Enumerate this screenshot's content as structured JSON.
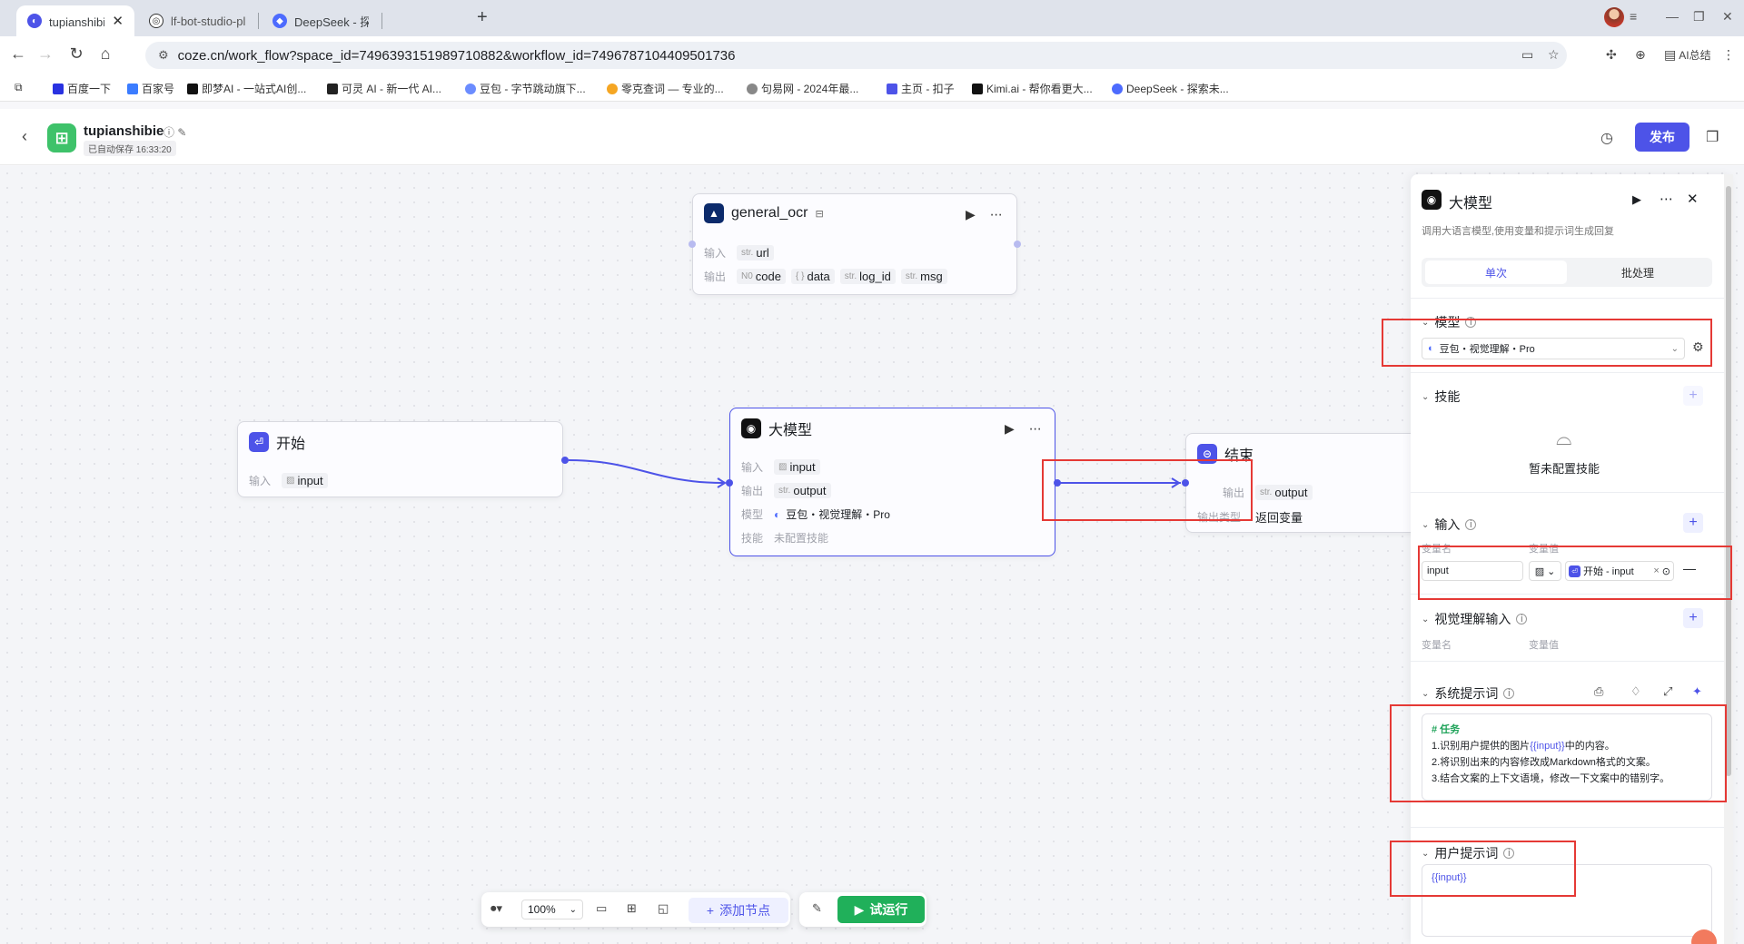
{
  "browser": {
    "tabs": [
      {
        "label": "tupianshibie - 工",
        "active": true
      },
      {
        "label": "lf-bot-studio-plugin-"
      },
      {
        "label": "DeepSeek - 探索未至"
      }
    ],
    "url": "coze.cn/work_flow?space_id=7496393151989710882&workflow_id=7496787104409501736",
    "profile_label": "AI总结",
    "bookmarks": [
      "百度一下",
      "百家号",
      "即梦AI - 一站式AI创...",
      "可灵 AI - 新一代 AI...",
      "豆包 - 字节跳动旗下...",
      "零克查词 — 专业的...",
      "句易网 - 2024年最...",
      "主页 - 扣子",
      "Kimi.ai - 帮你看更大...",
      "DeepSeek - 探索未..."
    ]
  },
  "header": {
    "title": "tupianshibie",
    "autosave": "已自动保存 16:33:20",
    "publish": "发布"
  },
  "nodes": {
    "ocr": {
      "title": "general_ocr",
      "input_label": "输入",
      "output_label": "输出",
      "inputs": [
        {
          "type": "str.",
          "name": "url"
        }
      ],
      "outputs": [
        {
          "type": "N0",
          "name": "code"
        },
        {
          "type": "{ }",
          "name": "data"
        },
        {
          "type": "str.",
          "name": "log_id"
        },
        {
          "type": "str.",
          "name": "msg"
        }
      ]
    },
    "start": {
      "title": "开始",
      "input_label": "输入",
      "input": "input"
    },
    "llm": {
      "title": "大模型",
      "input_label": "输入",
      "input": "input",
      "output_label": "输出",
      "output_type": "str.",
      "output": "output",
      "model_label": "模型",
      "model": "豆包・视觉理解・Pro",
      "skill_label": "技能",
      "skill": "未配置技能"
    },
    "end": {
      "title": "结束",
      "output_label": "输出",
      "output_type": "str.",
      "output": "output",
      "type_label": "输出类型",
      "type_value": "返回变量"
    }
  },
  "bottom_bar": {
    "zoom": "100%",
    "add_node": "添加节点",
    "run": "试运行"
  },
  "panel": {
    "title": "大模型",
    "desc": "调用大语言模型,使用变量和提示词生成回复",
    "tabs": [
      "单次",
      "批处理"
    ],
    "model_section": "模型",
    "model_value": "豆包・视觉理解・Pro",
    "skills_section": "技能",
    "no_skill": "暂未配置技能",
    "input_section": "输入",
    "var_name_lbl": "变量名",
    "var_value_lbl": "变量值",
    "input_var": "input",
    "input_ref": "开始 - input",
    "vision_section": "视觉理解输入",
    "sys_prompt_section": "系统提示词",
    "sys_prompt_heading": "# 任务",
    "sys_prompt_line1_a": "1.识别用户提供的图片",
    "sys_prompt_var": "{{input}}",
    "sys_prompt_line1_b": "中的内容。",
    "sys_prompt_line2": "2.将识别出来的内容修改成Markdown格式的文案。",
    "sys_prompt_line3": "3.结合文案的上下文语境，修改一下文案中的错别字。",
    "user_prompt_section": "用户提示词",
    "user_prompt": "{{input}}"
  },
  "colors": {
    "accent": "#4d53e8",
    "run": "#20b05a",
    "highlight": "#e53935"
  }
}
